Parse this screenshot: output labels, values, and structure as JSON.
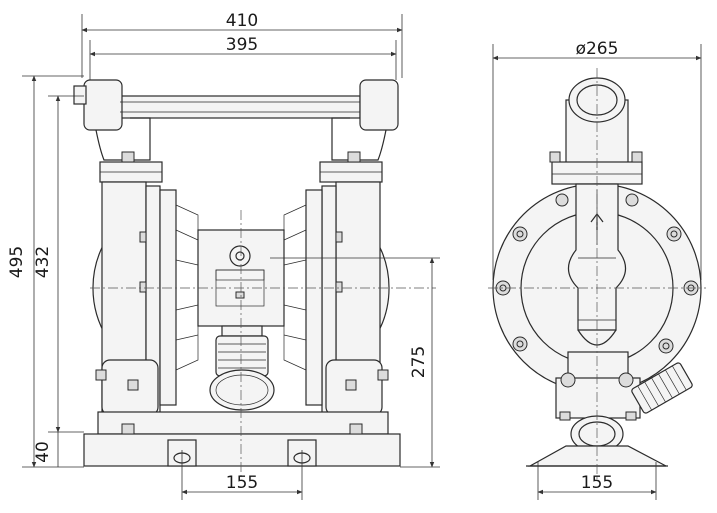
{
  "dimensions": {
    "overall_width": "410",
    "manifold_width": "395",
    "overall_height": "495",
    "outlet_height": "432",
    "inlet_height": "275",
    "base_height": "40",
    "front_mount_spacing": "155",
    "side_diameter": "ø265",
    "side_mount_spacing": "155"
  },
  "colors": {
    "line": "#2b2b2b",
    "dim": "#333333",
    "paper": "#ffffff"
  },
  "icons": {
    "flow_arrow": "flow-arrow-icon"
  }
}
